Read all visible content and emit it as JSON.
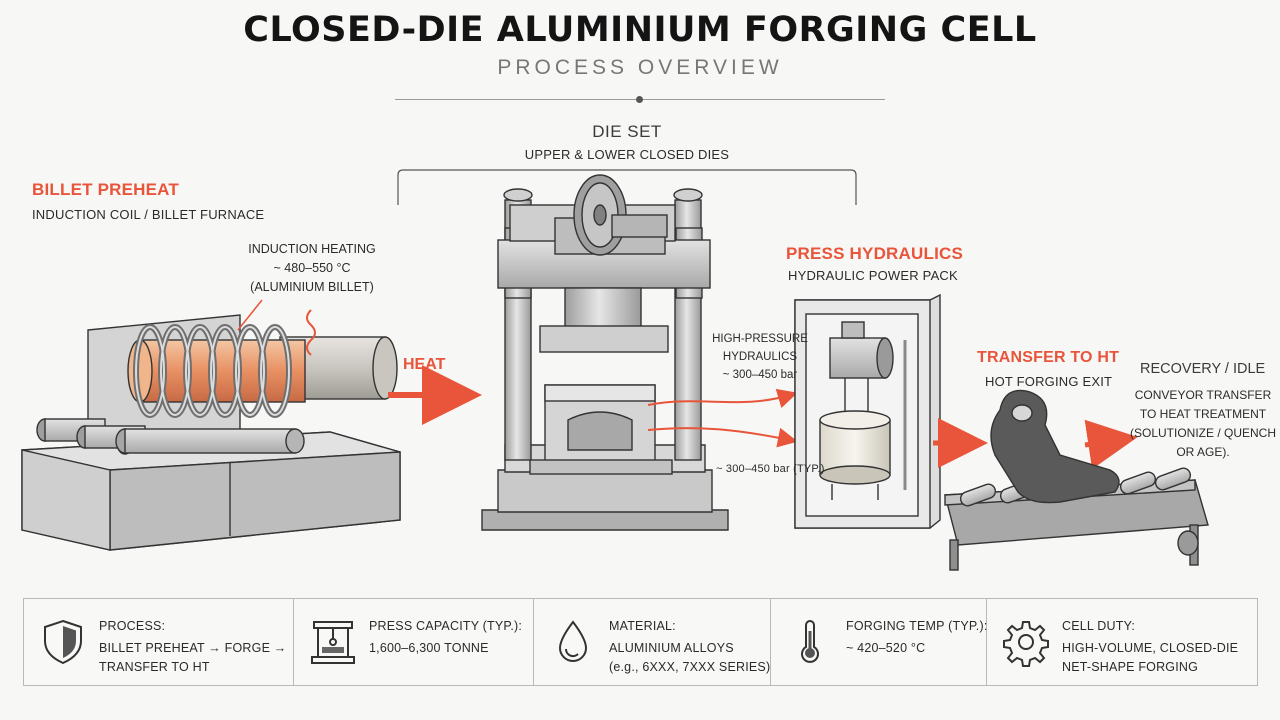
{
  "header": {
    "title": "CLOSED-DIE ALUMINIUM FORGING CELL",
    "subtitle": "PROCESS OVERVIEW"
  },
  "stages": {
    "preheat": {
      "title": "BILLET PREHEAT",
      "subtitle": "INDUCTION COIL / BILLET FURNACE",
      "note": [
        "INDUCTION HEATING",
        "~ 480–550 °C",
        "(ALUMINIUM BILLET)"
      ]
    },
    "die_set": {
      "title": "DIE SET",
      "subtitle": "UPPER & LOWER CLOSED DIES"
    },
    "hydraulics": {
      "title": "PRESS HYDRAULICS",
      "subtitle": "HYDRAULIC POWER PACK",
      "note": [
        "HIGH-PRESSURE",
        "HYDRAULICS",
        "~ 300–450 bar"
      ],
      "pressure_note": "~ 300–450 bar (TYP.)"
    },
    "transfer": {
      "title": "TRANSFER TO HT",
      "subtitle": "HOT FORGING EXIT"
    },
    "recovery": {
      "title": "RECOVERY / IDLE",
      "note": [
        "CONVEYOR TRANSFER",
        "TO HEAT TREATMENT",
        "(SOLUTIONIZE / QUENCH",
        "OR AGE)."
      ]
    }
  },
  "flow": {
    "heat_label": "HEAT"
  },
  "specs": [
    {
      "icon": "shield-icon",
      "label": "PROCESS:",
      "value": [
        "BILLET PREHEAT → FORGE →",
        "TRANSFER TO HT"
      ]
    },
    {
      "icon": "press-icon",
      "label": "PRESS CAPACITY (TYP.):",
      "value": [
        "1,600–6,300 TONNE"
      ]
    },
    {
      "icon": "droplet-icon",
      "label": "MATERIAL:",
      "value": [
        "ALUMINIUM ALLOYS",
        "(e.g., 6XXX, 7XXX SERIES)"
      ]
    },
    {
      "icon": "thermometer-icon",
      "label": "FORGING TEMP (TYP.):",
      "value": [
        "~ 420–520 °C"
      ]
    },
    {
      "icon": "gear-icon",
      "label": "CELL DUTY:",
      "value": [
        "HIGH-VOLUME, CLOSED-DIE",
        "NET-SHAPE FORGING"
      ]
    }
  ],
  "colors": {
    "accent": "#e8553a",
    "ink": "#222222",
    "metal": "#b8b8b8"
  }
}
